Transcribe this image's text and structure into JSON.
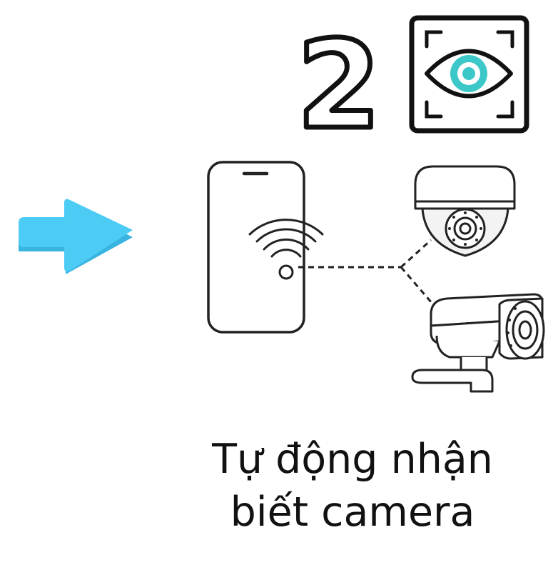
{
  "step": {
    "number": "2"
  },
  "caption": {
    "line1": "Tự động nhận",
    "line2": "biết camera"
  },
  "colors": {
    "arrow": "#4CCBF5",
    "arrow_shade": "#39B3E0",
    "eye_iris": "#3CC8C8",
    "line": "#222222",
    "dome_fill": "#F3F3F3"
  },
  "icons": [
    "arrow-right-icon",
    "eye-scan-icon",
    "smartphone-icon",
    "wifi-icon",
    "dome-camera-icon",
    "bullet-camera-icon"
  ]
}
